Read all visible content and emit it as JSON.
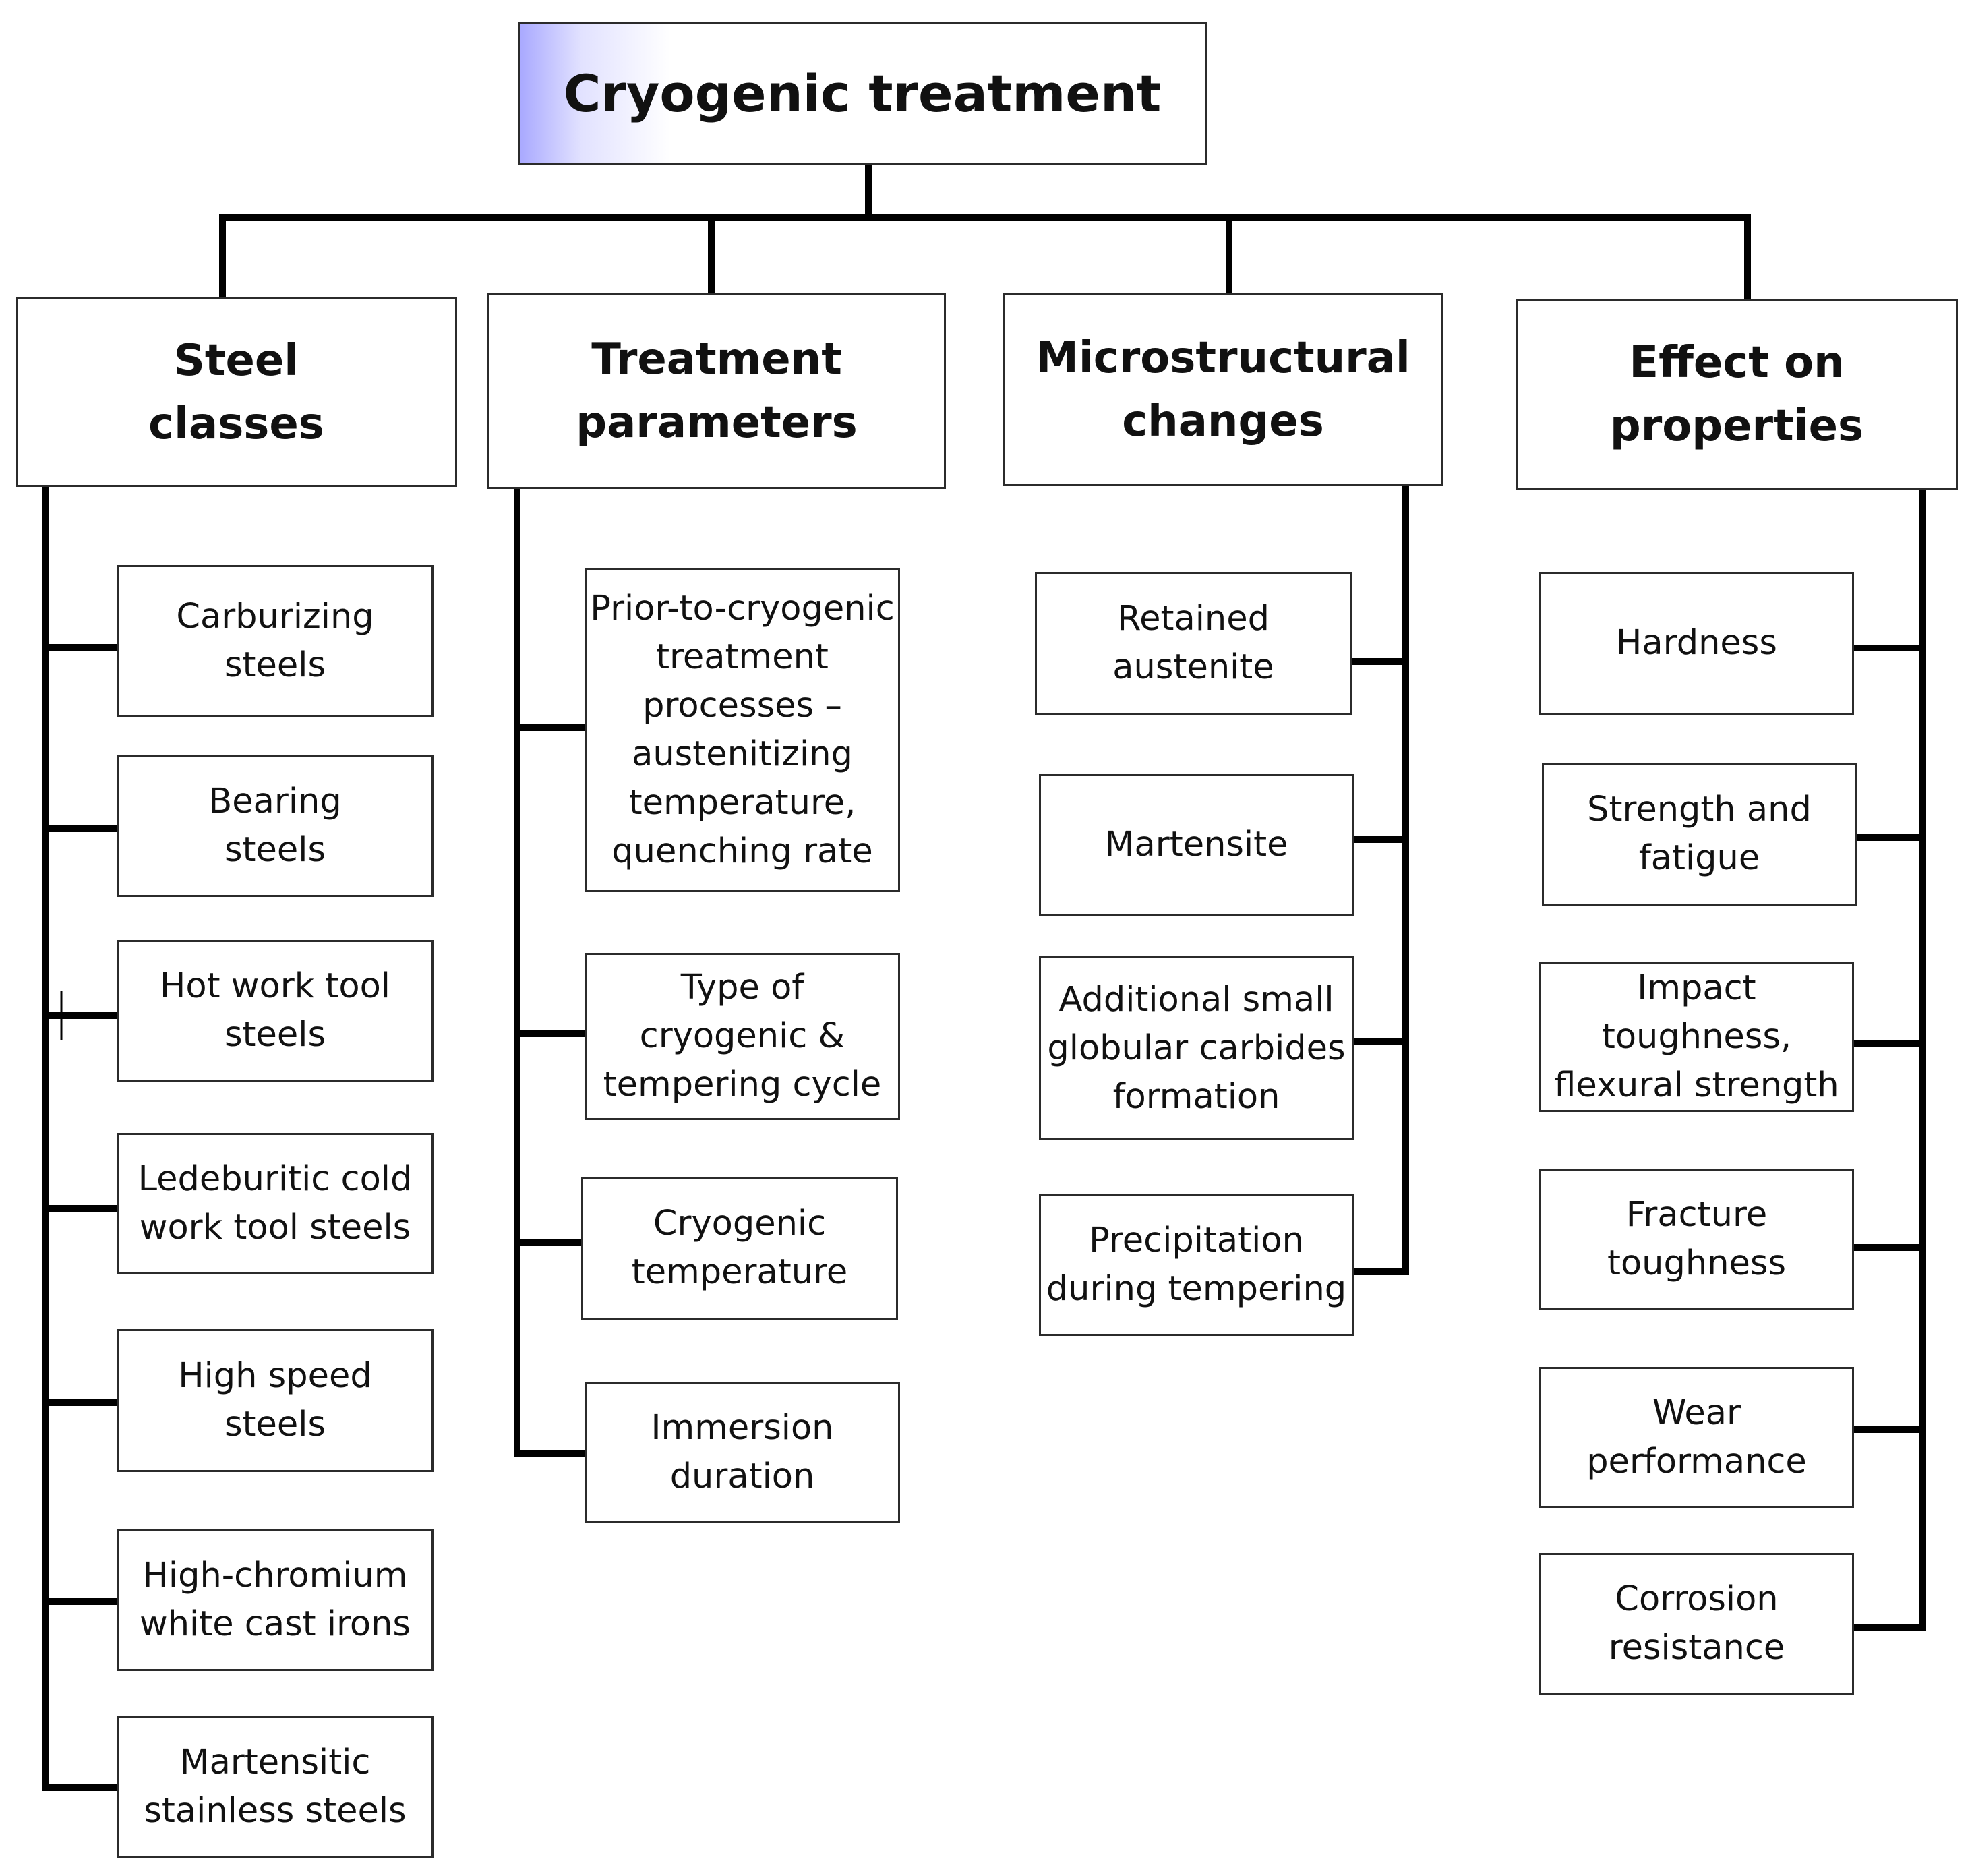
{
  "title": "Cryogenic treatment",
  "columns": [
    {
      "heading": "Steel\nclasses",
      "items": [
        "Carburizing\nsteels",
        "Bearing\nsteels",
        "Hot work tool\nsteels",
        "Ledeburitic cold\nwork tool steels",
        "High speed\nsteels",
        "High-chromium\nwhite cast irons",
        "Martensitic\nstainless steels"
      ]
    },
    {
      "heading": "Treatment\nparameters",
      "items": [
        "Prior-to-cryogenic\ntreatment\nprocesses –\naustenitizing\ntemperature,\nquenching rate",
        "Type of\ncryogenic &\ntempering cycle",
        "Cryogenic\ntemperature",
        "Immersion\nduration"
      ]
    },
    {
      "heading": "Microstructural\nchanges",
      "items": [
        "Retained\naustenite",
        "Martensite",
        "Additional small\nglobular carbides\nformation",
        "Precipitation\nduring tempering"
      ]
    },
    {
      "heading": "Effect    on\nproperties",
      "items": [
        "Hardness",
        "Strength and\nfatigue",
        "Impact toughness,\nflexural strength",
        "Fracture\ntoughness",
        "Wear\nperformance",
        "Corrosion\nresistance"
      ]
    }
  ]
}
